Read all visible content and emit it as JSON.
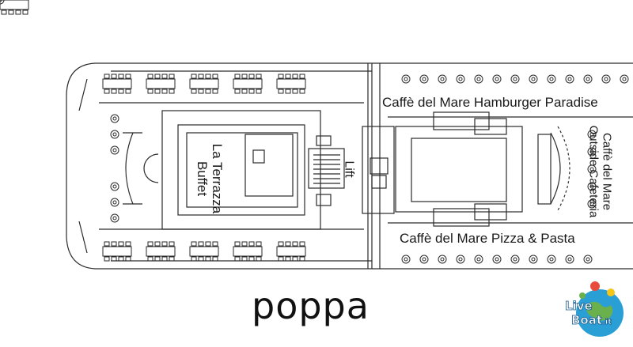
{
  "deck_plan": {
    "areas": {
      "la_terrazza_buffet": "La Terrazza\nBuffet",
      "lift": "Lift",
      "hamburger": "Caffè del Mare Hamburger Paradise",
      "pizza": "Caffè del Mare Pizza & Pasta",
      "outside_cafeteria": "Caffè del Mare\nOutside Cafeteria"
    },
    "orientation_label": "poppa",
    "logo": {
      "text_live": "Live",
      "text_boat": "Boat",
      "text_suffix": ".it",
      "icon": "livebeat-globe-logo"
    }
  },
  "colors": {
    "line": "#2a2a2a",
    "sea": "#2a9fd6",
    "globe_green": "#6ab04c",
    "logo_red": "#e84a3c",
    "logo_yellow": "#f5c518"
  }
}
